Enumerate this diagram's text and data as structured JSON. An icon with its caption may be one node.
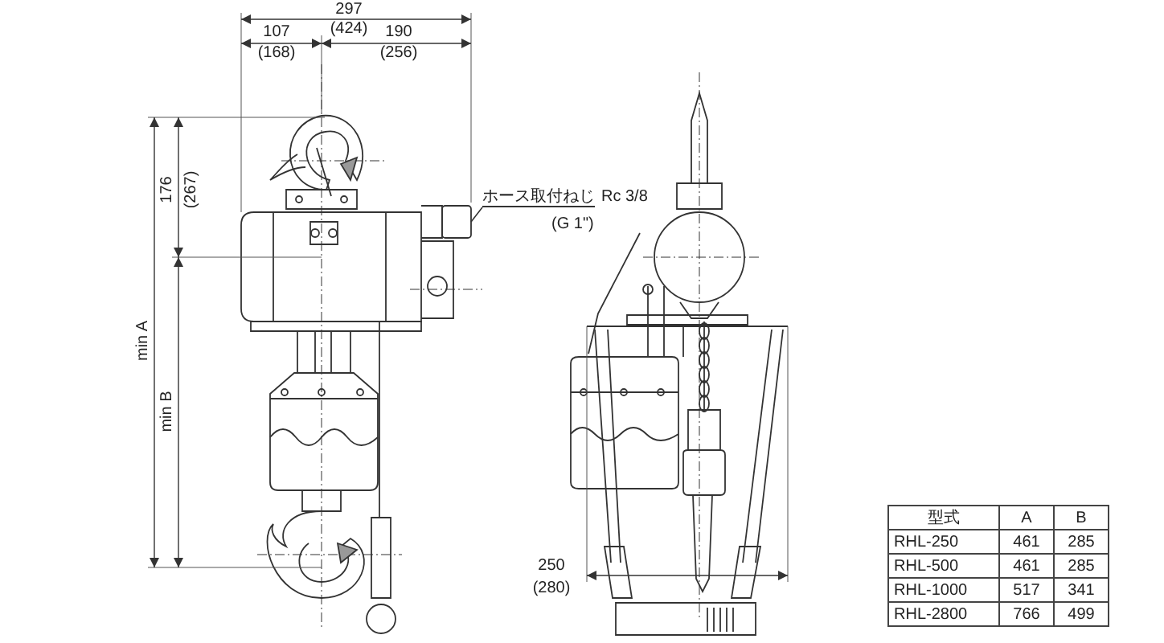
{
  "diagram": {
    "nodes": [
      {
        "text": [
          "ホース取付ねじ",
          "Rc 3/8",
          "(G 1\")"
        ]
      },
      {
        "text": [],
        "shape": "box"
      }
    ],
    "edges": [
      {
        "from": 0,
        "to": 1,
        "arrow": "none"
      }
    ],
    "labels": [
      "297",
      "(424)",
      "107",
      "(168)",
      "190",
      "(256)",
      "176",
      "(267)",
      "min A",
      "min B",
      "250",
      "(280)",
      "型式",
      "A",
      "B",
      "RHL-250",
      "461",
      "285",
      "RHL-500",
      "461",
      "285",
      "RHL-1000",
      "517",
      "341",
      "RHL-2800",
      "766",
      "499"
    ]
  }
}
